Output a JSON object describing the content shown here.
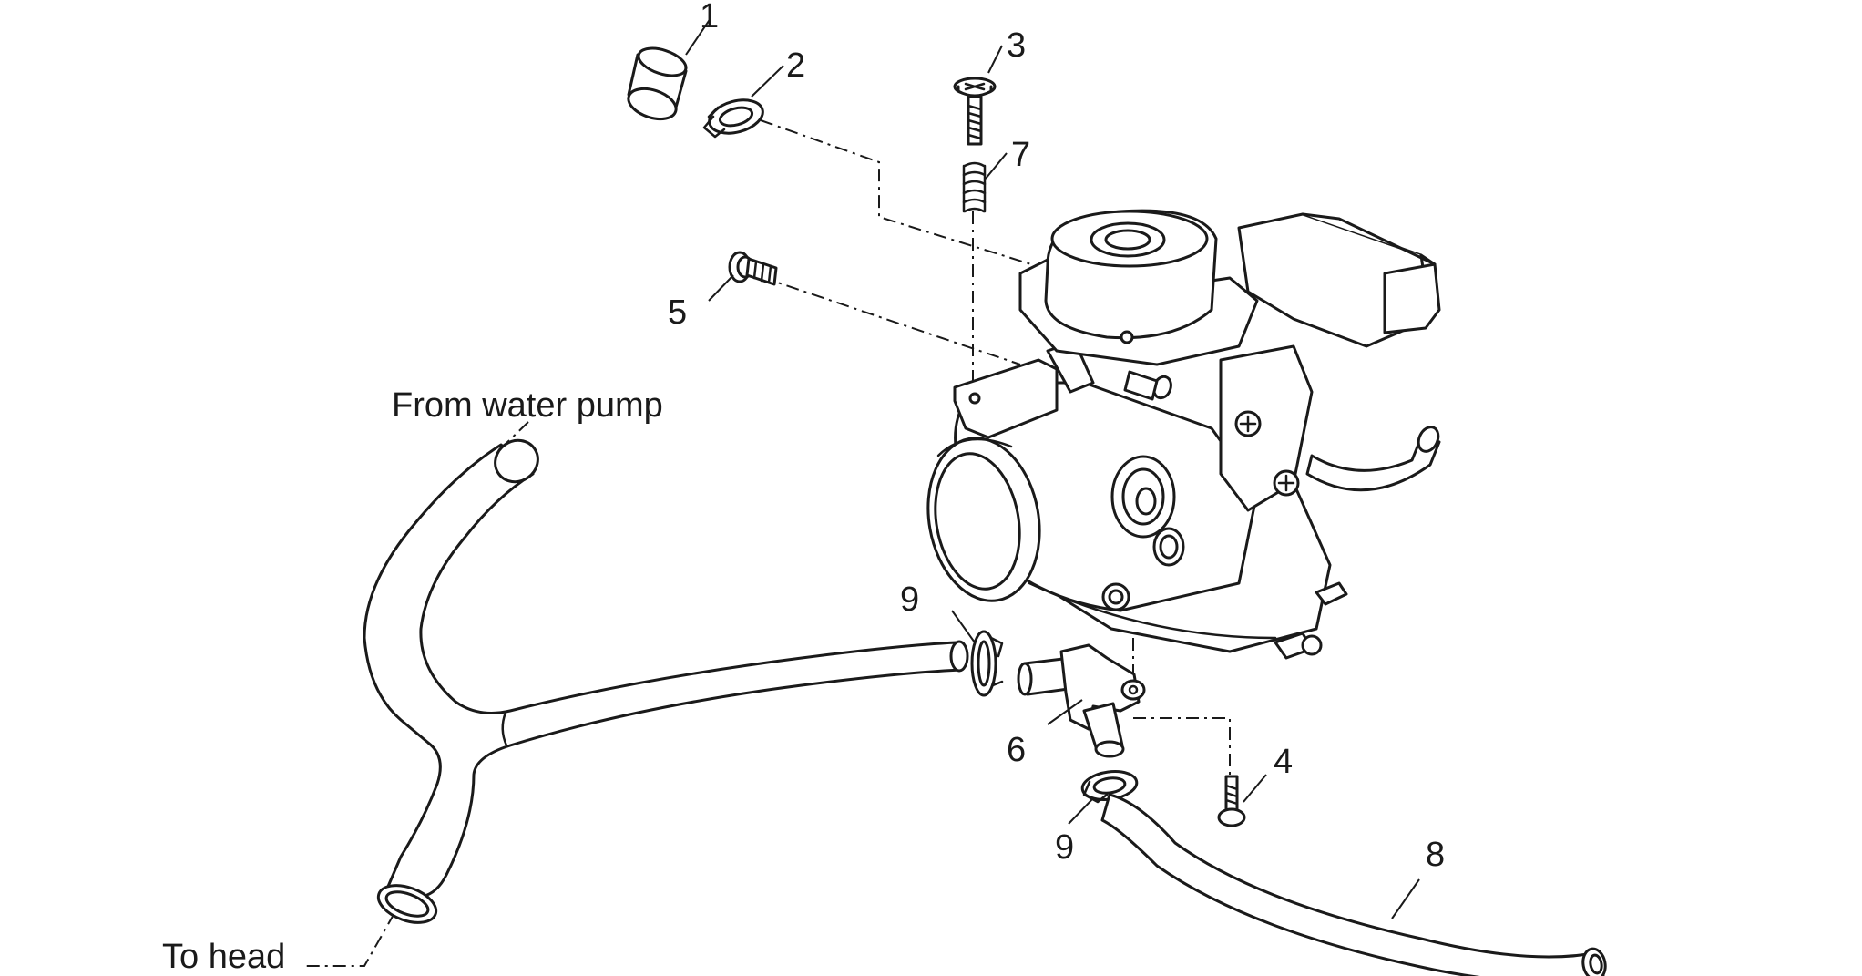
{
  "callouts": {
    "c1": "1",
    "c2": "2",
    "c3": "3",
    "c4": "4",
    "c5": "5",
    "c6": "6",
    "c7": "7",
    "c8": "8",
    "c9a": "9",
    "c9b": "9"
  },
  "annotations": {
    "from_water_pump": "From water pump",
    "to_head": "To head"
  },
  "colors": {
    "line": "#1a1a1a",
    "background": "#ffffff"
  }
}
